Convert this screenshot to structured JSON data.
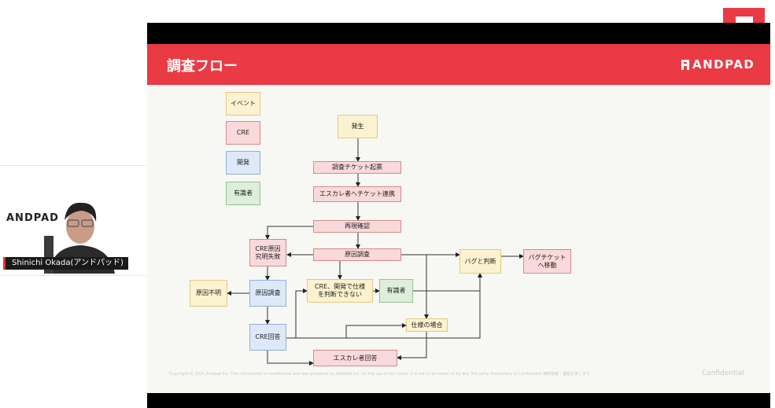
{
  "speaker": {
    "brand_text": "ANDPAD",
    "name_tag": "Shinichi Okada(アンドパッド)"
  },
  "slide": {
    "title": "調査フロー",
    "brand": "ANDPAD",
    "confidential": "Confidential",
    "copyright": "Copyright © 2021 Andpad Inc. This information is confidential and was prepared by ANDPAD Inc. for the use of our client. It is not to be relied on by any 3rd party. Proprietary & Confidential 無断転載・複製を禁じます"
  },
  "legend": {
    "event": "イベント",
    "cre": "CRE",
    "dev": "開発",
    "expert": "有識者"
  },
  "nodes": {
    "hassei": "発生",
    "ticket_kihyo": "調査チケット起票",
    "escalation_renkei": "エスカレ者へチケット連携",
    "saigen": "再現確認",
    "genin_chosa_cre": "原因調査",
    "cre_kyumei_shippai_1": "CRE原因",
    "cre_kyumei_shippai_2": "究明失敗",
    "genin_fumei": "原因不明",
    "genin_chosa_dev": "原因調査",
    "cre_dev_hantei_1": "CRE、開発で仕様",
    "cre_dev_hantei_2": "を判断できない",
    "yushikisha": "有識者",
    "bug_hantei": "バグと判断",
    "bug_ticket_1": "バグチケット",
    "bug_ticket_2": "へ移動",
    "shiyo_baai": "仕様の場合",
    "cre_kaito": "CRE回答",
    "escalation_kaito": "エスカレ者回答"
  },
  "colors": {
    "accent": "#ea3a44",
    "event": "#fdf2cf",
    "cre": "#f9d9d9",
    "dev": "#dde9f8",
    "expert": "#ddefdb"
  }
}
